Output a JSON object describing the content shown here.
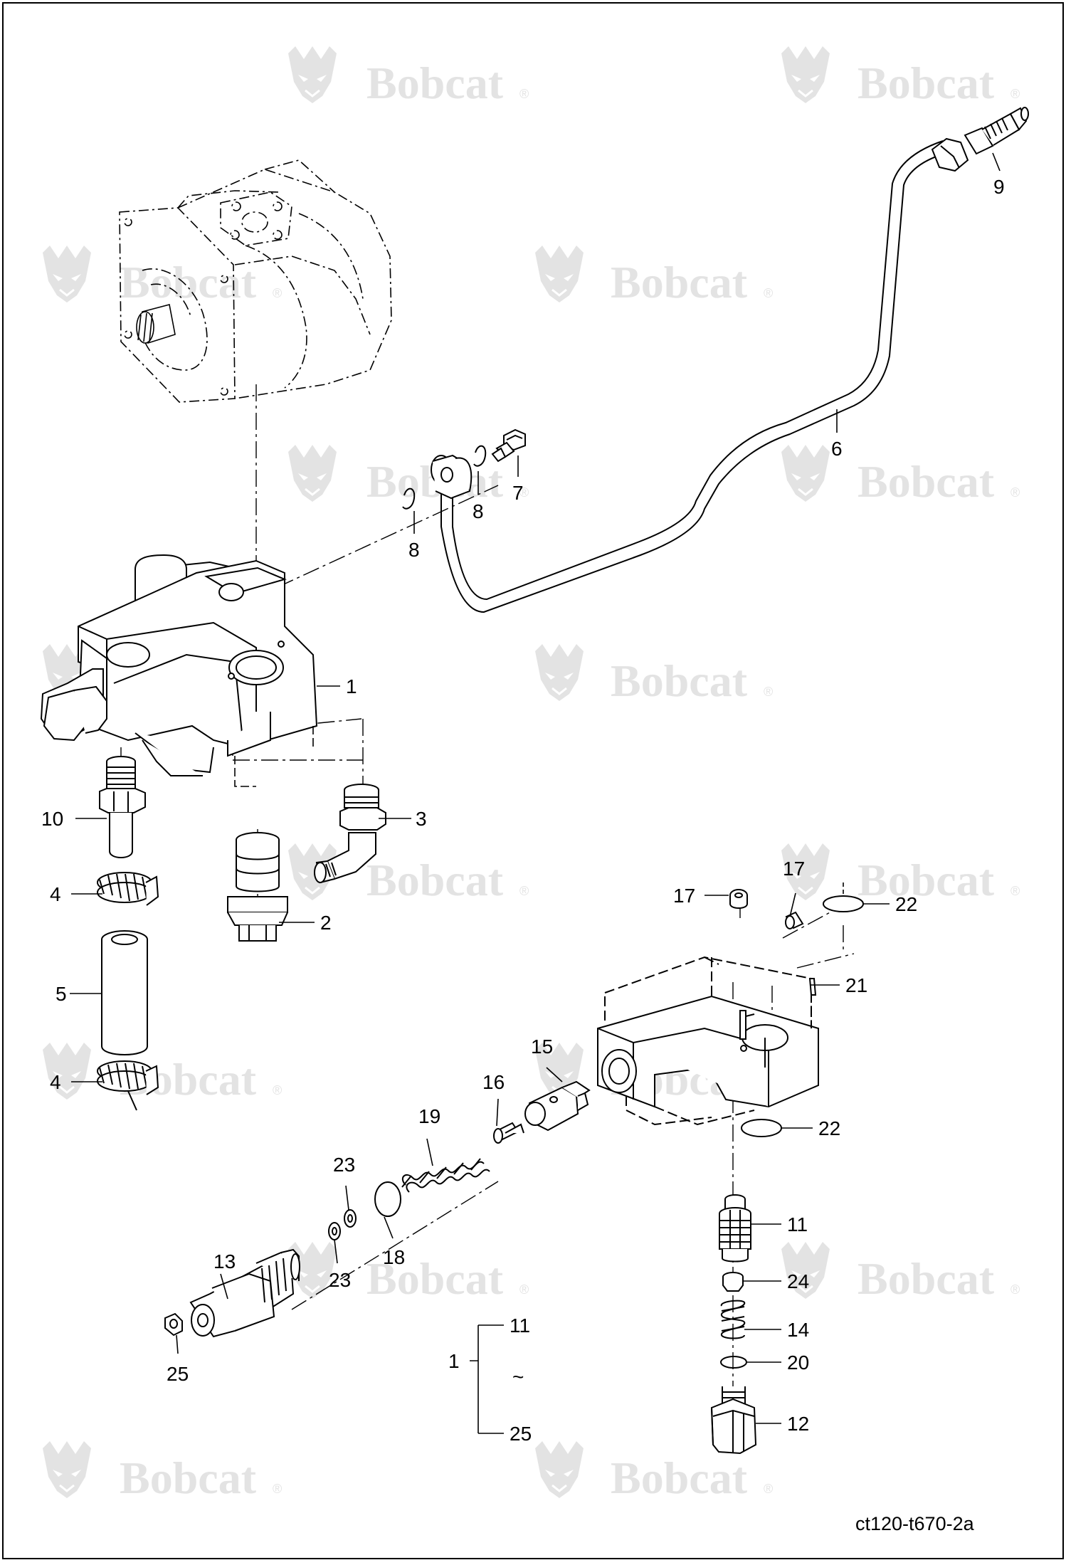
{
  "diagram": {
    "watermark": {
      "brand": "Bobcat",
      "mark": "®",
      "color": "#e3e3e3"
    },
    "callouts": {
      "c1": "1",
      "c2": "2",
      "c3": "3",
      "c4a": "4",
      "c4b": "4",
      "c5": "5",
      "c6": "6",
      "c7": "7",
      "c8a": "8",
      "c8b": "8",
      "c9": "9",
      "c10": "10",
      "c11": "11",
      "c12": "12",
      "c13": "13",
      "c14": "14",
      "c15": "15",
      "c16": "16",
      "c17a": "17",
      "c17b": "17",
      "c18": "18",
      "c19": "19",
      "c20": "20",
      "c21": "21",
      "c22a": "22",
      "c22b": "22",
      "c23a": "23",
      "c23b": "23",
      "c24": "24",
      "c25": "25"
    },
    "kit_legend": {
      "parent": "1",
      "from": "11",
      "tilde": "~",
      "to": "25"
    },
    "figure_id": "ct120-t670-2a",
    "colors": {
      "line": "#000000",
      "border": "#000000",
      "background": "#ffffff"
    }
  }
}
